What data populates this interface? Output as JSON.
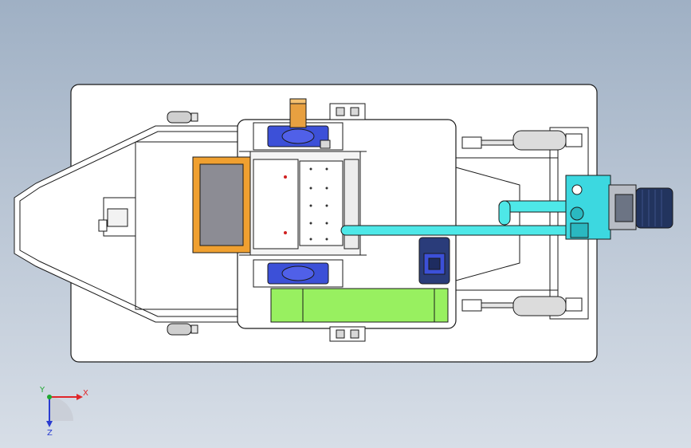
{
  "view": {
    "background_top": "#9fb0c4",
    "background_bottom": "#d7dee7"
  },
  "triad": {
    "x_label": "X",
    "y_label": "Y",
    "z_label": "Z",
    "x_color": "#e0262a",
    "y_color": "#20a830",
    "z_color": "#2a3cd0"
  },
  "colors": {
    "base_plate": "#ffffff",
    "outline": "#1a1a1a",
    "orange_part": "#f0a030",
    "screen_gray": "#8c8c94",
    "bearing_blue": "#3c50d8",
    "pipe_cyan": "#4ee8e8",
    "pump_cyan": "#3cd8e0",
    "motor_dark": "#2a3c7a",
    "belt_guard_green": "#98f060",
    "shaft_orange": "#e8a040"
  }
}
